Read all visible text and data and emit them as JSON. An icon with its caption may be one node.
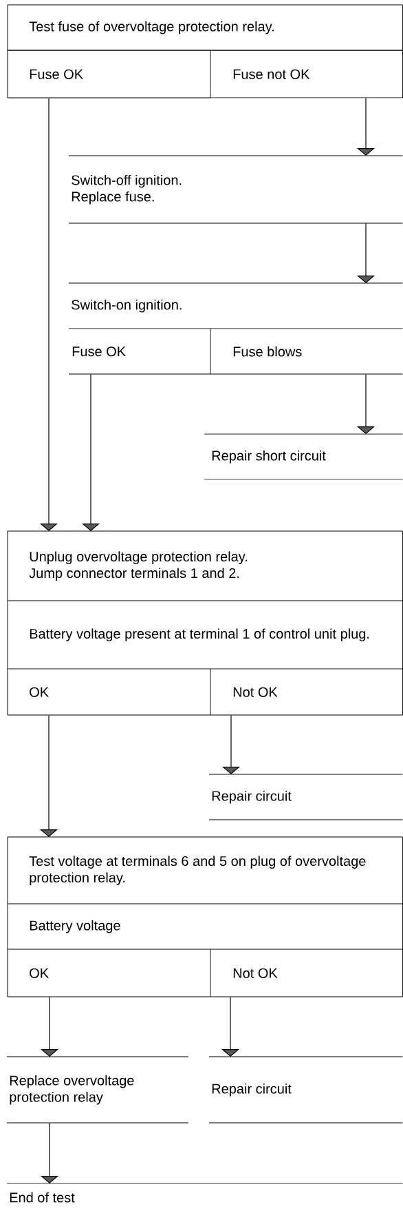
{
  "diagram": {
    "nodes": [
      {
        "text": [
          "Test fuse of overvoltage protection relay."
        ]
      },
      {
        "text": [
          "Fuse OK"
        ]
      },
      {
        "text": [
          "Fuse not OK"
        ]
      },
      {
        "text": [
          "Switch-off ignition.",
          "Replace fuse."
        ]
      },
      {
        "text": [
          "Switch-on ignition."
        ]
      },
      {
        "text": [
          "Fuse OK"
        ]
      },
      {
        "text": [
          "Fuse blows"
        ]
      },
      {
        "text": [
          "Repair short circuit"
        ]
      },
      {
        "text": [
          "Unplug overvoltage protection relay.",
          "Jump connector terminals 1 and 2."
        ]
      },
      {
        "text": [
          "Battery voltage present at terminal 1 of control unit plug."
        ]
      },
      {
        "text": [
          "OK"
        ]
      },
      {
        "text": [
          "Not OK"
        ]
      },
      {
        "text": [
          "Repair circuit"
        ]
      },
      {
        "text": [
          "Test voltage at terminals 6 and 5 on plug of overvoltage protection relay."
        ]
      },
      {
        "text": [
          "Battery voltage"
        ]
      },
      {
        "text": [
          "OK"
        ]
      },
      {
        "text": [
          "Not OK"
        ]
      },
      {
        "text": [
          "Replace overvoltage protection relay"
        ]
      },
      {
        "text": [
          "Repair circuit"
        ]
      },
      {
        "text": [
          "End of test"
        ]
      }
    ],
    "edges": [
      {
        "from": 1,
        "to": 8,
        "arrow": "to"
      },
      {
        "from": 2,
        "to": 3,
        "arrow": "to"
      },
      {
        "from": 3,
        "to": 4,
        "arrow": "to"
      },
      {
        "from": 5,
        "to": 8,
        "arrow": "to"
      },
      {
        "from": 6,
        "to": 7,
        "arrow": "to"
      },
      {
        "from": 10,
        "to": 13,
        "arrow": "to"
      },
      {
        "from": 11,
        "to": 12,
        "arrow": "to"
      },
      {
        "from": 15,
        "to": 17,
        "arrow": "to"
      },
      {
        "from": 16,
        "to": 18,
        "arrow": "to"
      },
      {
        "from": 17,
        "to": 19,
        "arrow": "to"
      }
    ]
  }
}
